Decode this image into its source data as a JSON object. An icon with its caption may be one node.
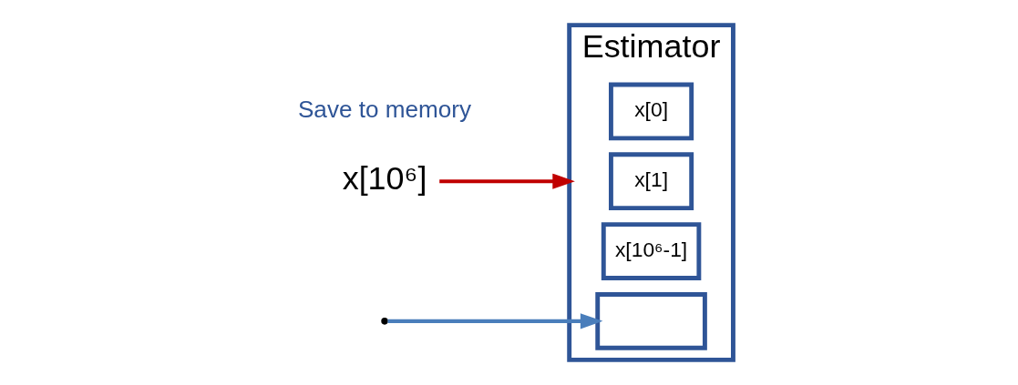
{
  "diagram": {
    "nodes": [
      {
        "text": [
          "Estimator"
        ]
      },
      {
        "text": [
          "x[0]"
        ],
        "in": 0
      },
      {
        "text": [
          "x[1]"
        ],
        "in": 0
      },
      {
        "text": [
          "x[10⁶-1]"
        ],
        "in": 0
      },
      {
        "text": [],
        "shape": "box",
        "in": 0
      },
      {
        "text": [
          "x[10⁶]"
        ]
      }
    ],
    "edges": [
      {
        "from": 5,
        "to": 0,
        "arrow": "to",
        "color": "#c00000"
      },
      {
        "from": null,
        "to": 4,
        "arrow": "to",
        "color": "#4a7ebb"
      }
    ],
    "labels": [
      "Save to memory"
    ]
  }
}
